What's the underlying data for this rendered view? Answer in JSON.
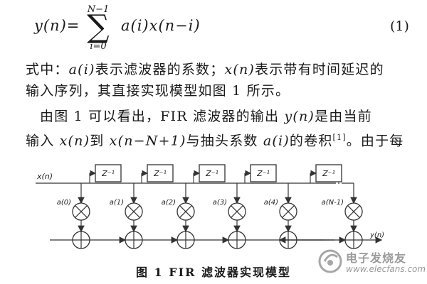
{
  "equation": {
    "lhs": "y(n)=",
    "sum_upper": "N−1",
    "sum_symbol": "∑",
    "sum_lower": "i=0",
    "rhs": "a(i)x(n−i)",
    "number": "(1)"
  },
  "paragraph": {
    "line1": {
      "t1": "式中：",
      "m1": "a(i)",
      "t2": "表示滤波器的系数；",
      "m2": "x(n)",
      "t3": "表示带有时间延迟的"
    },
    "line2": {
      "t1": "输入序列，其直接实现模型如图 1 所示。"
    },
    "line3": {
      "t1": "由图 1 可以看出，FIR 滤波器的输出 ",
      "m1": "y(n)",
      "t2": "是由当前"
    },
    "line4": {
      "t1": "输入 ",
      "m1": "x(n)",
      "t2": "到 ",
      "m2": "x(n−N+1)",
      "t3": "与抽头系数 ",
      "m3": "a(i)",
      "t4": "的卷积",
      "ref": "[1]",
      "t5": "。由于每"
    }
  },
  "figure": {
    "input_label": "x(n)",
    "output_label": "y(n)",
    "delay_label": "Z⁻¹",
    "coefficients": [
      "a(0)",
      "a(1)",
      "a(2)",
      "a(3)",
      "a(4)",
      "a(N-1)"
    ],
    "caption": "图 1  FIR 滤波器实现模型"
  },
  "watermark": {
    "text": "电子发烧友",
    "url": "www.elecfans.com"
  }
}
